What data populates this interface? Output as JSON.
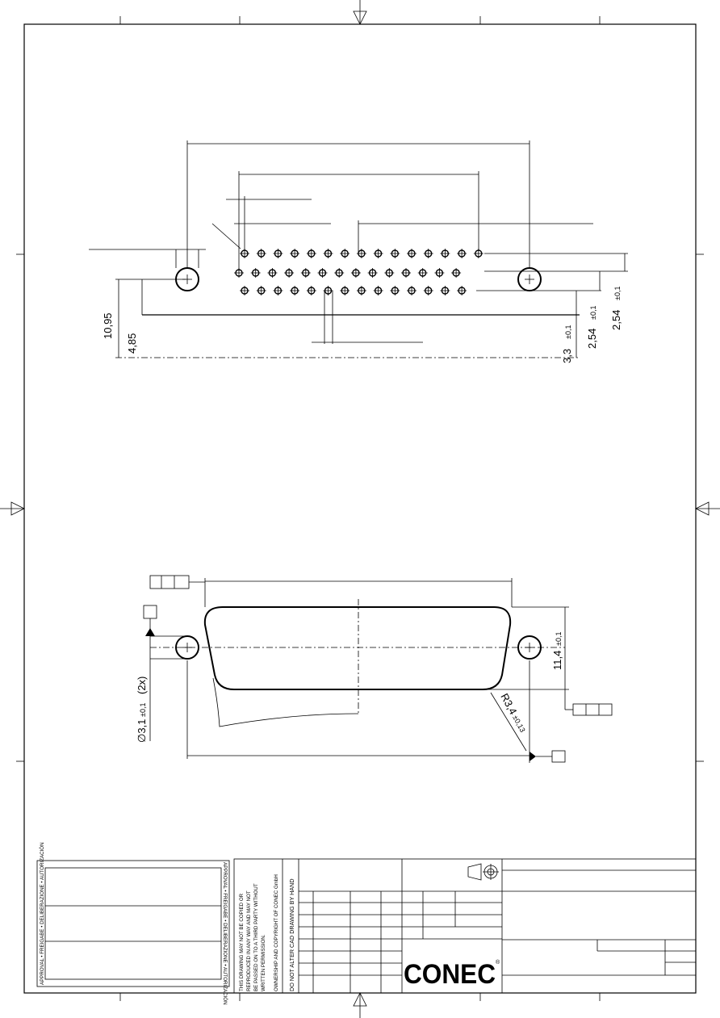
{
  "dimensions": {
    "d_10_95": "10,95",
    "d_4_85": "4,85",
    "d_3_3": "3,3",
    "d_2_54_a": "2,54",
    "d_2_54_b": "2,54",
    "tol_01": "±0,1",
    "d_11_4": "11,4",
    "d_hole": "∅3,1",
    "d_hole_tol": "±0,1",
    "d_hole_count": "(2x)",
    "d_radius": "R3,4",
    "d_radius_tol": "±0,13"
  },
  "title_block": {
    "approval_label": "APPROVAL • FREIGABE • DELIBERAZIONE • AUTORIZACIÓN",
    "copyright_lines": [
      "THIS DRAWING MAY NOT BE COPIED OR",
      "REPRODUCED IN ANY WAY AND MAY NOT",
      "BE PASSED ON TO A THIRD PARTY WITHOUT",
      "WRITTEN PERMISSION.",
      "OWNERSHIP AND COPYRIGHT OF CONEC GmbH"
    ],
    "hand_warning": "DO NOT ALTER CAD DRAWING BY HAND",
    "logo": "CONEC",
    "registered_mark": "®"
  },
  "icons": {
    "projection": "first-angle-projection-icon",
    "center_arrows": "center-mark-arrow-icon"
  },
  "connector": {
    "pin_rows": [
      15,
      14,
      14
    ]
  }
}
